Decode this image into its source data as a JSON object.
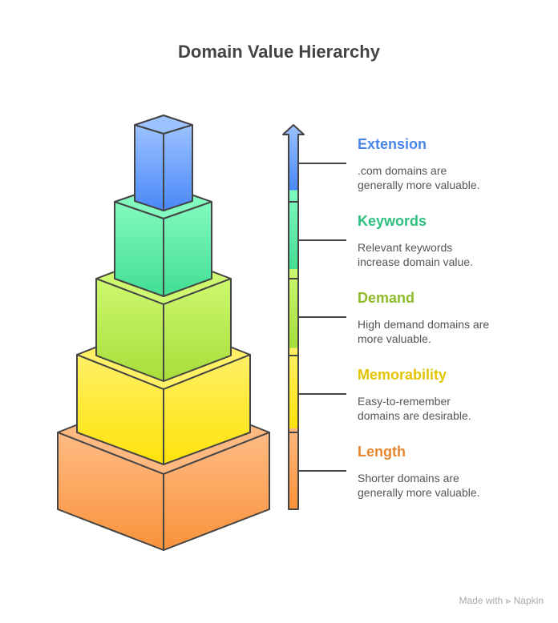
{
  "title": "Domain Value Hierarchy",
  "levels": [
    {
      "label": "Extension",
      "desc1": ".com domains are",
      "desc2": "generally more valuable.",
      "color": "#4a86e8"
    },
    {
      "label": "Keywords",
      "desc1": "Relevant keywords",
      "desc2": "increase domain value.",
      "color": "#2fbf7f"
    },
    {
      "label": "Demand",
      "desc1": "High demand domains are",
      "desc2": "more valuable.",
      "color": "#8dbb2a"
    },
    {
      "label": "Memorability",
      "desc1": "Easy-to-remember",
      "desc2": "domains are desirable.",
      "color": "#e2c400"
    },
    {
      "label": "Length",
      "desc1": "Shorter domains are",
      "desc2": "generally more valuable.",
      "color": "#e8862e"
    }
  ],
  "credit": "Made with ⪢ Napkin"
}
